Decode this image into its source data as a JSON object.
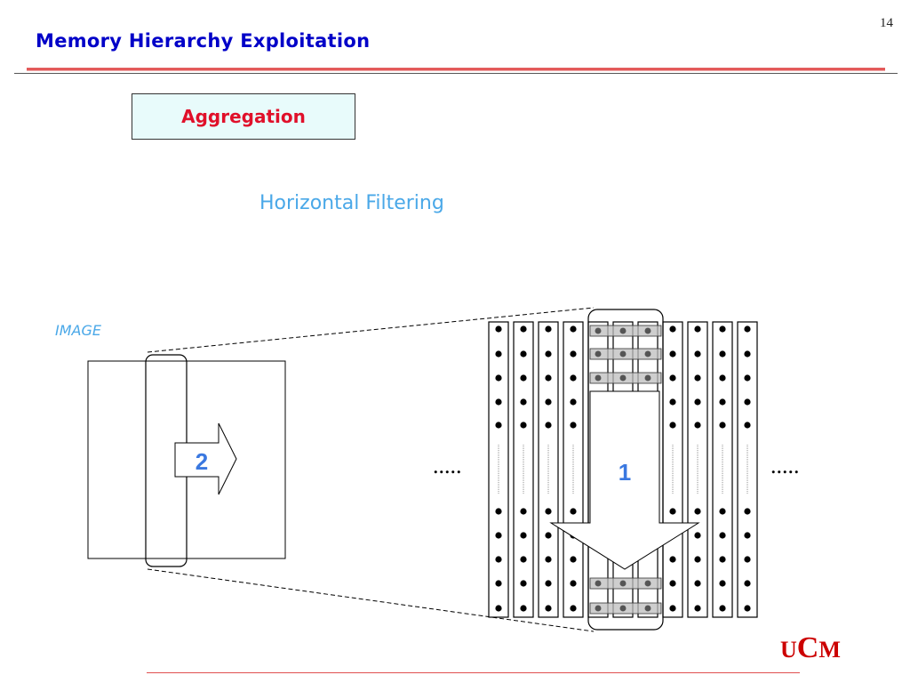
{
  "slide": {
    "title": "Memory Hierarchy Exploitation",
    "page_number": "14",
    "label_box": "Aggregation",
    "subtitle": "Horizontal Filtering"
  },
  "diagram": {
    "image_label": "IMAGE",
    "arrow_small_label": "2",
    "arrow_big_label": "1",
    "ellipsis_left": ".....",
    "ellipsis_right": "....."
  },
  "logo": {
    "part1": "U",
    "part2": "C",
    "part3": "M"
  },
  "colors": {
    "title_blue": "#0000c8",
    "label_red": "#e0102a",
    "label_box_fill": "#e8fbfb",
    "accent_light_blue": "#4aa8e8",
    "number_blue": "#3a78e0",
    "logo_red": "#cc0000"
  }
}
